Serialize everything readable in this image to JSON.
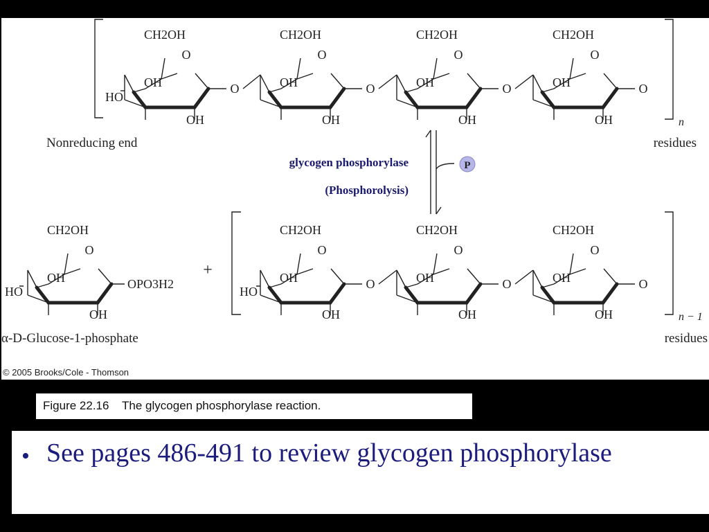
{
  "diagram": {
    "labels": {
      "ch2oh": "CH2OH",
      "o": "O",
      "oh": "OH",
      "ho": "HO",
      "opo3h2": "OPO3H2",
      "n": "n",
      "n_minus_1": "n − 1",
      "residues": "residues",
      "nonreducing_end": "Nonreducing end",
      "enzyme": "glycogen phosphorylase",
      "process": "(Phosphorolysis)",
      "phosphate_symbol": "P",
      "plus": "+",
      "product_name": "α-D-Glucose-1-phosphate",
      "copyright": "© 2005 Brooks/Cole - Thomson"
    },
    "colors": {
      "enzyme_text": "#1a1a6e",
      "phosphate_circle": "#b6b6e8",
      "slide_text": "#1c1c7c"
    }
  },
  "caption": "Figure 22.16    The glycogen phosphorylase reaction.",
  "bullet": {
    "text": "See pages 486-491 to review glycogen phosphorylase"
  }
}
